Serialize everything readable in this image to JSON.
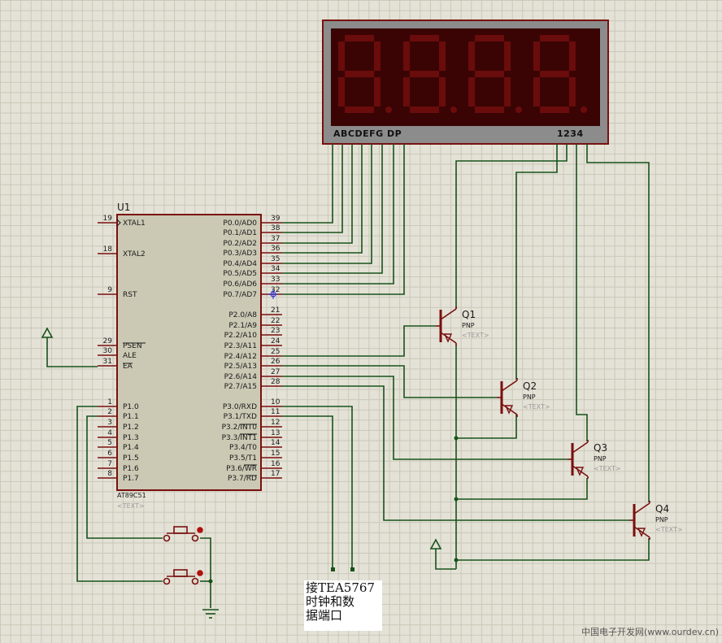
{
  "u1": {
    "ref": "U1",
    "part": "AT89C51",
    "placeholder": "<TEXT>",
    "left_pins": [
      {
        "num": "19",
        "label": "XTAL1"
      },
      {
        "num": "18",
        "label": "XTAL2"
      },
      {
        "num": "9",
        "label": "RST"
      },
      {
        "num": "29",
        "label": "PSEN"
      },
      {
        "num": "30",
        "label": "ALE"
      },
      {
        "num": "31",
        "label": "EA"
      },
      {
        "num": "1",
        "label": "P1.0"
      },
      {
        "num": "2",
        "label": "P1.1"
      },
      {
        "num": "3",
        "label": "P1.2"
      },
      {
        "num": "4",
        "label": "P1.3"
      },
      {
        "num": "5",
        "label": "P1.4"
      },
      {
        "num": "6",
        "label": "P1.5"
      },
      {
        "num": "7",
        "label": "P1.6"
      },
      {
        "num": "8",
        "label": "P1.7"
      }
    ],
    "right_pins": [
      {
        "num": "39",
        "label": "P0.0/AD0"
      },
      {
        "num": "38",
        "label": "P0.1/AD1"
      },
      {
        "num": "37",
        "label": "P0.2/AD2"
      },
      {
        "num": "36",
        "label": "P0.3/AD3"
      },
      {
        "num": "35",
        "label": "P0.4/AD4"
      },
      {
        "num": "34",
        "label": "P0.5/AD5"
      },
      {
        "num": "33",
        "label": "P0.6/AD6"
      },
      {
        "num": "32",
        "label": "P0.7/AD7"
      },
      {
        "num": "21",
        "label": "P2.0/A8"
      },
      {
        "num": "22",
        "label": "P2.1/A9"
      },
      {
        "num": "23",
        "label": "P2.2/A10"
      },
      {
        "num": "24",
        "label": "P2.3/A11"
      },
      {
        "num": "25",
        "label": "P2.4/A12"
      },
      {
        "num": "26",
        "label": "P2.5/A13"
      },
      {
        "num": "27",
        "label": "P2.6/A14"
      },
      {
        "num": "28",
        "label": "P2.7/A15"
      },
      {
        "num": "10",
        "label": "P3.0/RXD"
      },
      {
        "num": "11",
        "label": "P3.1/TXD"
      },
      {
        "num": "12",
        "label": "P3.2/INT0"
      },
      {
        "num": "13",
        "label": "P3.3/INT1"
      },
      {
        "num": "14",
        "label": "P3.4/T0"
      },
      {
        "num": "15",
        "label": "P3.5/T1"
      },
      {
        "num": "16",
        "label": "P3.6/WR"
      },
      {
        "num": "17",
        "label": "P3.7/RD"
      }
    ]
  },
  "display": {
    "segment_label": "ABCDEFG DP",
    "digit_label": "1234",
    "digit_count": 4,
    "lit_color": "#6a0c0c",
    "bg_color": "#3a0404"
  },
  "transistors": [
    {
      "ref": "Q1",
      "type": "PNP",
      "placeholder": "<TEXT>"
    },
    {
      "ref": "Q2",
      "type": "PNP",
      "placeholder": "<TEXT>"
    },
    {
      "ref": "Q3",
      "type": "PNP",
      "placeholder": "<TEXT>"
    },
    {
      "ref": "Q4",
      "type": "PNP",
      "placeholder": "<TEXT>"
    }
  ],
  "note": {
    "lines": [
      "接TEA5767",
      "时钟和数",
      "据端口"
    ]
  },
  "watermark": "中国电子开发网(www.ourdev.cn)",
  "colors": {
    "wire": "#17521a",
    "pin": "#7a0f0f",
    "chip_fill": "#cbc8b4"
  }
}
